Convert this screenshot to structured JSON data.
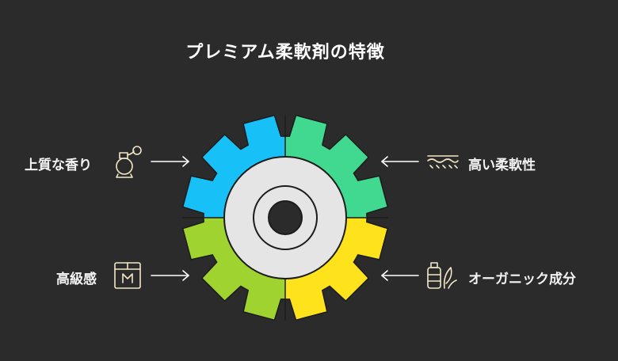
{
  "title": "プレミアム柔軟剤の特徴",
  "colors": {
    "background": "#2b2b2b",
    "quadrant_top_left": "#18c0f8",
    "quadrant_top_right": "#41d98f",
    "quadrant_bottom_left": "#9fd330",
    "quadrant_bottom_right": "#fde21c",
    "hub": "#e5e5e5",
    "outline": "#1c1c1c",
    "icon_stroke": "#f3e7c7",
    "arrow": "#ffffff"
  },
  "features": [
    {
      "id": "fragrance",
      "label": "上質な香り",
      "icon": "perfume-bottle-icon",
      "side": "left",
      "row": "top"
    },
    {
      "id": "softness",
      "label": "高い柔軟性",
      "icon": "soft-fabric-icon",
      "side": "right",
      "row": "top"
    },
    {
      "id": "luxury",
      "label": "高級感",
      "icon": "brand-box-icon",
      "side": "left",
      "row": "bottom"
    },
    {
      "id": "organic",
      "label": "オーガニック成分",
      "icon": "organic-bottle-leaf-icon",
      "side": "right",
      "row": "bottom"
    }
  ]
}
